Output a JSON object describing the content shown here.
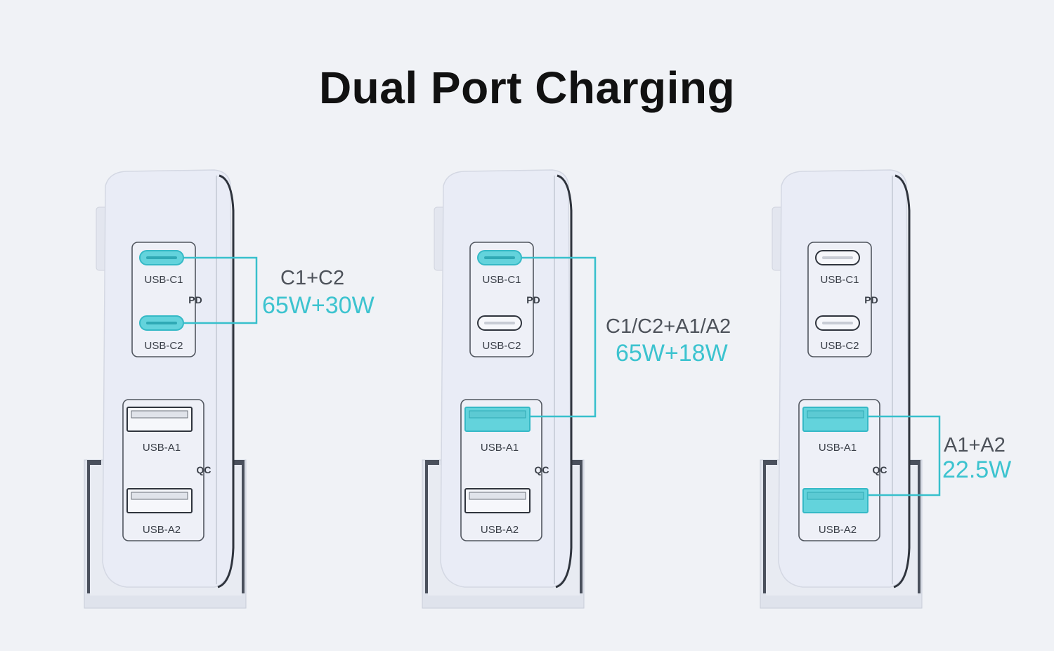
{
  "title": "Dual Port Charging",
  "colors": {
    "active_port": "#63d3dc",
    "active_outline": "#35b9c6",
    "connector_line": "#38c0cc",
    "power_text": "#3cc3cf",
    "body": "#e9ecf6",
    "background": "#f0f2f6"
  },
  "port_labels": {
    "c1": "USB-C1",
    "c2": "USB-C2",
    "a1": "USB-A1",
    "a2": "USB-A2",
    "pd": "PD",
    "qc": "QC"
  },
  "configs": [
    {
      "combo": "C1+C2",
      "power": "65W+30W",
      "active": [
        "c1",
        "c2"
      ]
    },
    {
      "combo": "C1/C2+A1/A2",
      "power": "65W+18W",
      "active": [
        "c1",
        "a1"
      ]
    },
    {
      "combo": "A1+A2",
      "power": "22.5W",
      "active": [
        "a1",
        "a2"
      ]
    }
  ]
}
